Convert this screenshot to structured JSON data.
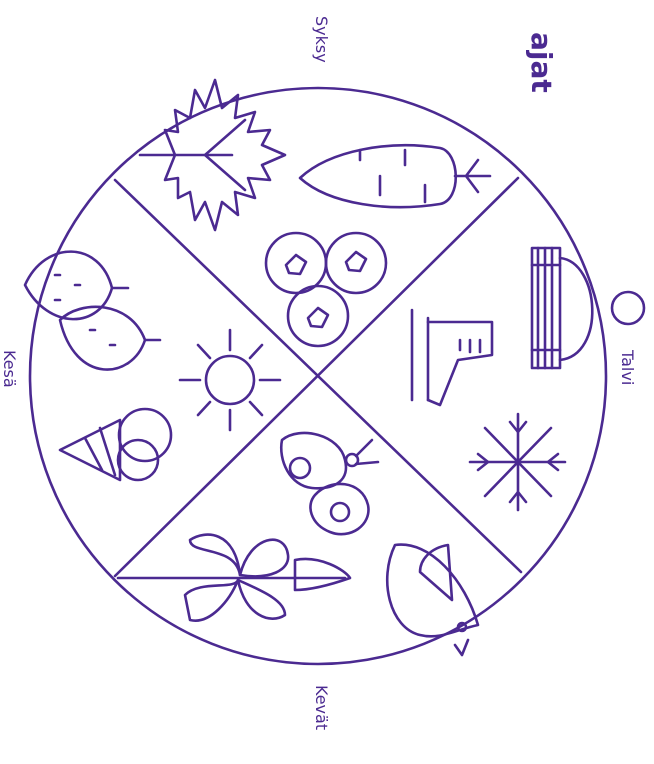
{
  "colors": {
    "primary": "#4b2a91",
    "background": "#ffffff"
  },
  "title": "ajat",
  "seasons": {
    "autumn": "Syksy",
    "winter": "Talvi",
    "spring": "Kevät",
    "summer": "Kesä"
  },
  "icons": {
    "autumn": [
      "maple-leaf-icon",
      "carrot-icon",
      "blueberries-icon"
    ],
    "winter": [
      "knit-hat-icon",
      "ice-skate-icon",
      "snowflake-icon"
    ],
    "spring": [
      "bird-icon",
      "butterfly-icon",
      "leaf-branch-icon"
    ],
    "summer": [
      "strawberries-icon",
      "sun-icon",
      "ice-cream-icon"
    ]
  }
}
